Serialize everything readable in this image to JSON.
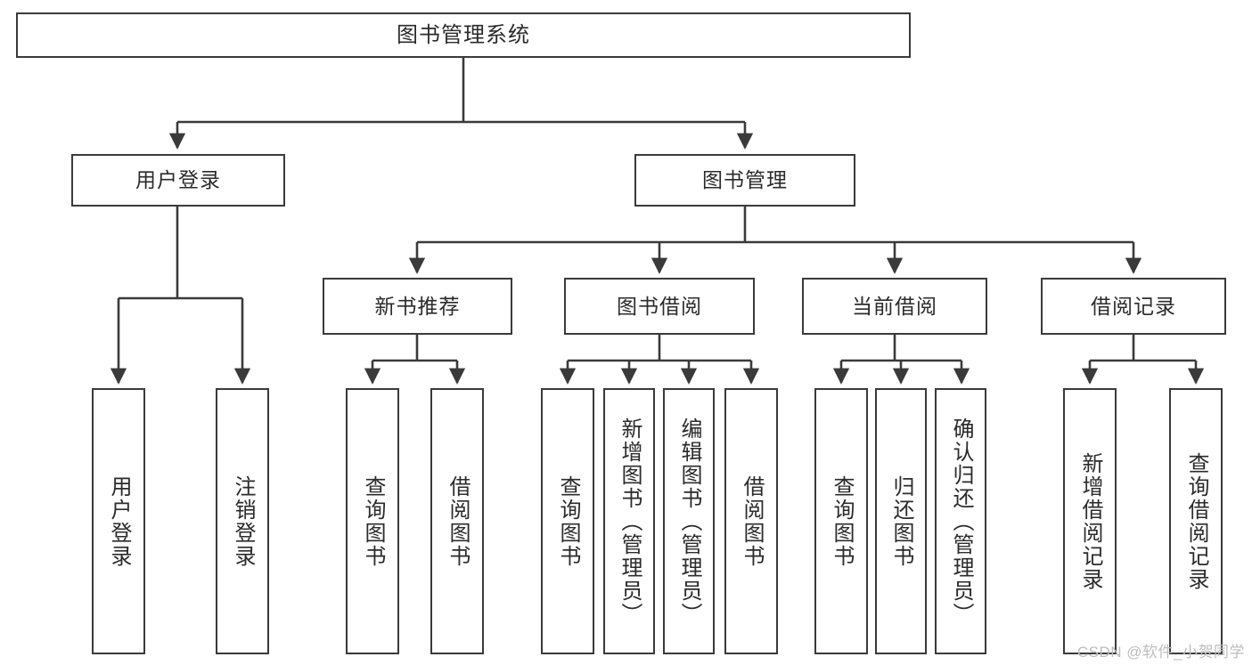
{
  "diagram": {
    "type": "tree-hierarchy",
    "title": "图书管理系统",
    "watermark": "CSDN @软件_小贺同学",
    "colors": {
      "box_border": "#3a3a3a",
      "box_fill": "#ffffff",
      "connector": "#3a3a3a",
      "text": "#2b2b2b",
      "watermark": "#bdbdbd"
    },
    "nodes": {
      "root": {
        "label": "图书管理系统"
      },
      "level1": [
        {
          "id": "user-login",
          "label": "用户登录"
        },
        {
          "id": "book-manage",
          "label": "图书管理"
        }
      ],
      "level2": [
        {
          "id": "new-book-recommend",
          "label": "新书推荐"
        },
        {
          "id": "book-borrow",
          "label": "图书借阅"
        },
        {
          "id": "current-borrow",
          "label": "当前借阅"
        },
        {
          "id": "borrow-record",
          "label": "借阅记录"
        }
      ],
      "leaves": {
        "user_login": [
          {
            "id": "leaf-user-login",
            "label": "用户登录"
          },
          {
            "id": "leaf-logout",
            "label": "注销登录"
          }
        ],
        "new_book_recommend": [
          {
            "id": "leaf-query-book-1",
            "label": "查询图书"
          },
          {
            "id": "leaf-borrow-book-1",
            "label": "借阅图书"
          }
        ],
        "book_borrow": [
          {
            "id": "leaf-query-book-2",
            "label": "查询图书"
          },
          {
            "id": "leaf-add-book",
            "label": "新增图书（管理员）"
          },
          {
            "id": "leaf-edit-book",
            "label": "编辑图书（管理员）"
          },
          {
            "id": "leaf-borrow-book-2",
            "label": "借阅图书"
          }
        ],
        "current_borrow": [
          {
            "id": "leaf-query-book-3",
            "label": "查询图书"
          },
          {
            "id": "leaf-return-book",
            "label": "归还图书"
          },
          {
            "id": "leaf-confirm-return",
            "label": "确认归还（管理员）"
          }
        ],
        "borrow_record": [
          {
            "id": "leaf-add-record",
            "label": "新增借阅记录"
          },
          {
            "id": "leaf-query-record",
            "label": "查询借阅记录"
          }
        ]
      }
    }
  }
}
